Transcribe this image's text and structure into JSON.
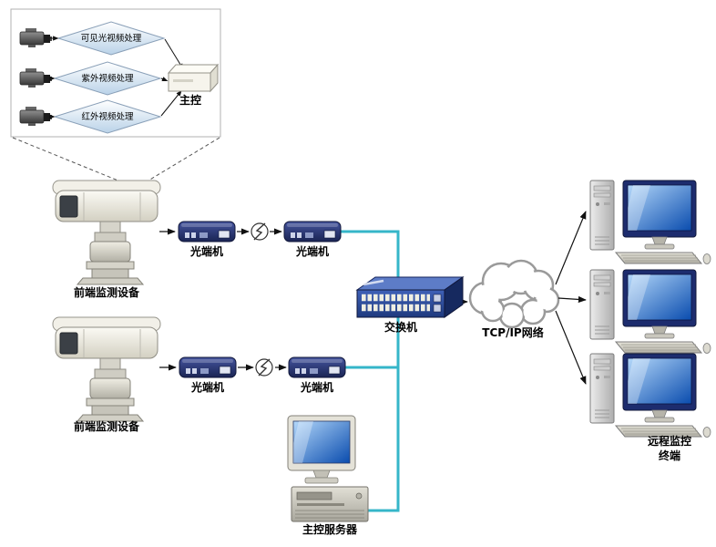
{
  "inset": {
    "processors": [
      "可见光视频处理",
      "紫外视频处理",
      "红外视频处理"
    ],
    "master_label": "主控"
  },
  "nodes": {
    "front_camera_top": "前端监测设备",
    "front_camera_bottom": "前端监测设备",
    "transceiver": "光端机",
    "switch": "交换机",
    "network_cloud": "TCP/IP网络",
    "terminal_line1": "远程监控",
    "terminal_line2": "终端",
    "server": "主控服务器"
  },
  "colors": {
    "fiber_link_line": "#35b6c9",
    "transceiver_body": "#24306b",
    "switch_body": "#2e4f9e",
    "monitor_screen": "#0a4cae",
    "camera_housing": "#e8e5d9",
    "cloud_outline": "#9a9a9a"
  }
}
